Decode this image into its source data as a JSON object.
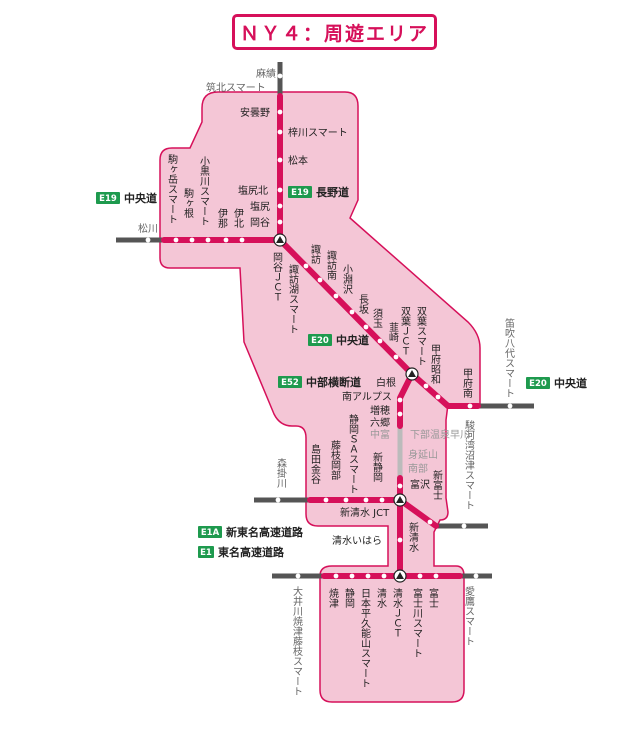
{
  "title": "ＮＹ４：周遊エリア",
  "colors": {
    "area_fill": "#f4c6d6",
    "area_stroke": "#d6105a",
    "route": "#d6105a",
    "out_route": "#555555",
    "badge": "#1e9a4e",
    "dim_route": "#bbbbbb"
  },
  "routes": [
    {
      "code": "E19",
      "name": "長野道"
    },
    {
      "code": "E19",
      "name": "中央道"
    },
    {
      "code": "E20",
      "name": "中央道"
    },
    {
      "code": "E20",
      "name": "中央道"
    },
    {
      "code": "E52",
      "name": "中部横断道"
    },
    {
      "code": "E1A",
      "name": "新東名高速道路"
    },
    {
      "code": "E1",
      "name": "東名高速道路"
    }
  ],
  "outside_labels": {
    "asai": "麻績",
    "chikuhoku": "筑北スマート",
    "matsukawa": "松川",
    "fuefuki": "笛吹八代スマート",
    "shimobe": "下部温泉早川",
    "minobu": "身延山",
    "nanbu": "南部",
    "morikake": "森掛川",
    "suruga": "駿河湾沼津スマート",
    "oi": "大井川焼津藤枝スマート",
    "aitaka": "愛鷹スマート"
  },
  "stations": {
    "azumino": "安曇野",
    "azusagawa": "梓川スマート",
    "matsumoto": "松本",
    "shiojirikita": "塩尻北",
    "shiojiri": "塩尻",
    "okaya": "岡谷",
    "ina": "伊那",
    "inakita": "伊北",
    "komagane": "駒ヶ根",
    "kobayashi": "小黒川スマート",
    "komagatake": "駒ヶ岳スマート",
    "okaya_jct": "岡谷ＪＣＴ",
    "suwako": "諏訪湖スマート",
    "suwa": "諏訪",
    "suwaminami": "諏訪南",
    "kobuchisawa": "小淵沢",
    "nagasaka": "長坂",
    "sudama": "須玉",
    "nirasaki": "韮崎",
    "futaba_jct": "双葉ＪＣＴ",
    "futaba": "双葉スマート",
    "kofushowa": "甲府昭和",
    "kofuminami": "甲府南",
    "shirane": "白根",
    "minamialps": "南アルプス",
    "masuho": "増穂",
    "rokugo": "六郷",
    "nakatomi": "中富",
    "fujimizawa": "富沢",
    "shinfuji": "新富士",
    "shinshimizu_jct": "新清水 JCT",
    "shinshizuoka": "新静岡",
    "shizuoka_sa": "静岡ＳＡスマート",
    "fujiedaokabe": "藤枝岡部",
    "shimadakanaya": "島田金谷",
    "shimizu_ihara": "清水いはら",
    "shinshimizu": "新清水",
    "yaizu": "焼津",
    "shizuoka": "静岡",
    "nihondaira": "日本平久能山スマート",
    "shimizu": "清水",
    "shimizu_jct": "清水ＪＣＴ",
    "fujikawa": "富士川スマート",
    "fuji": "富士"
  }
}
